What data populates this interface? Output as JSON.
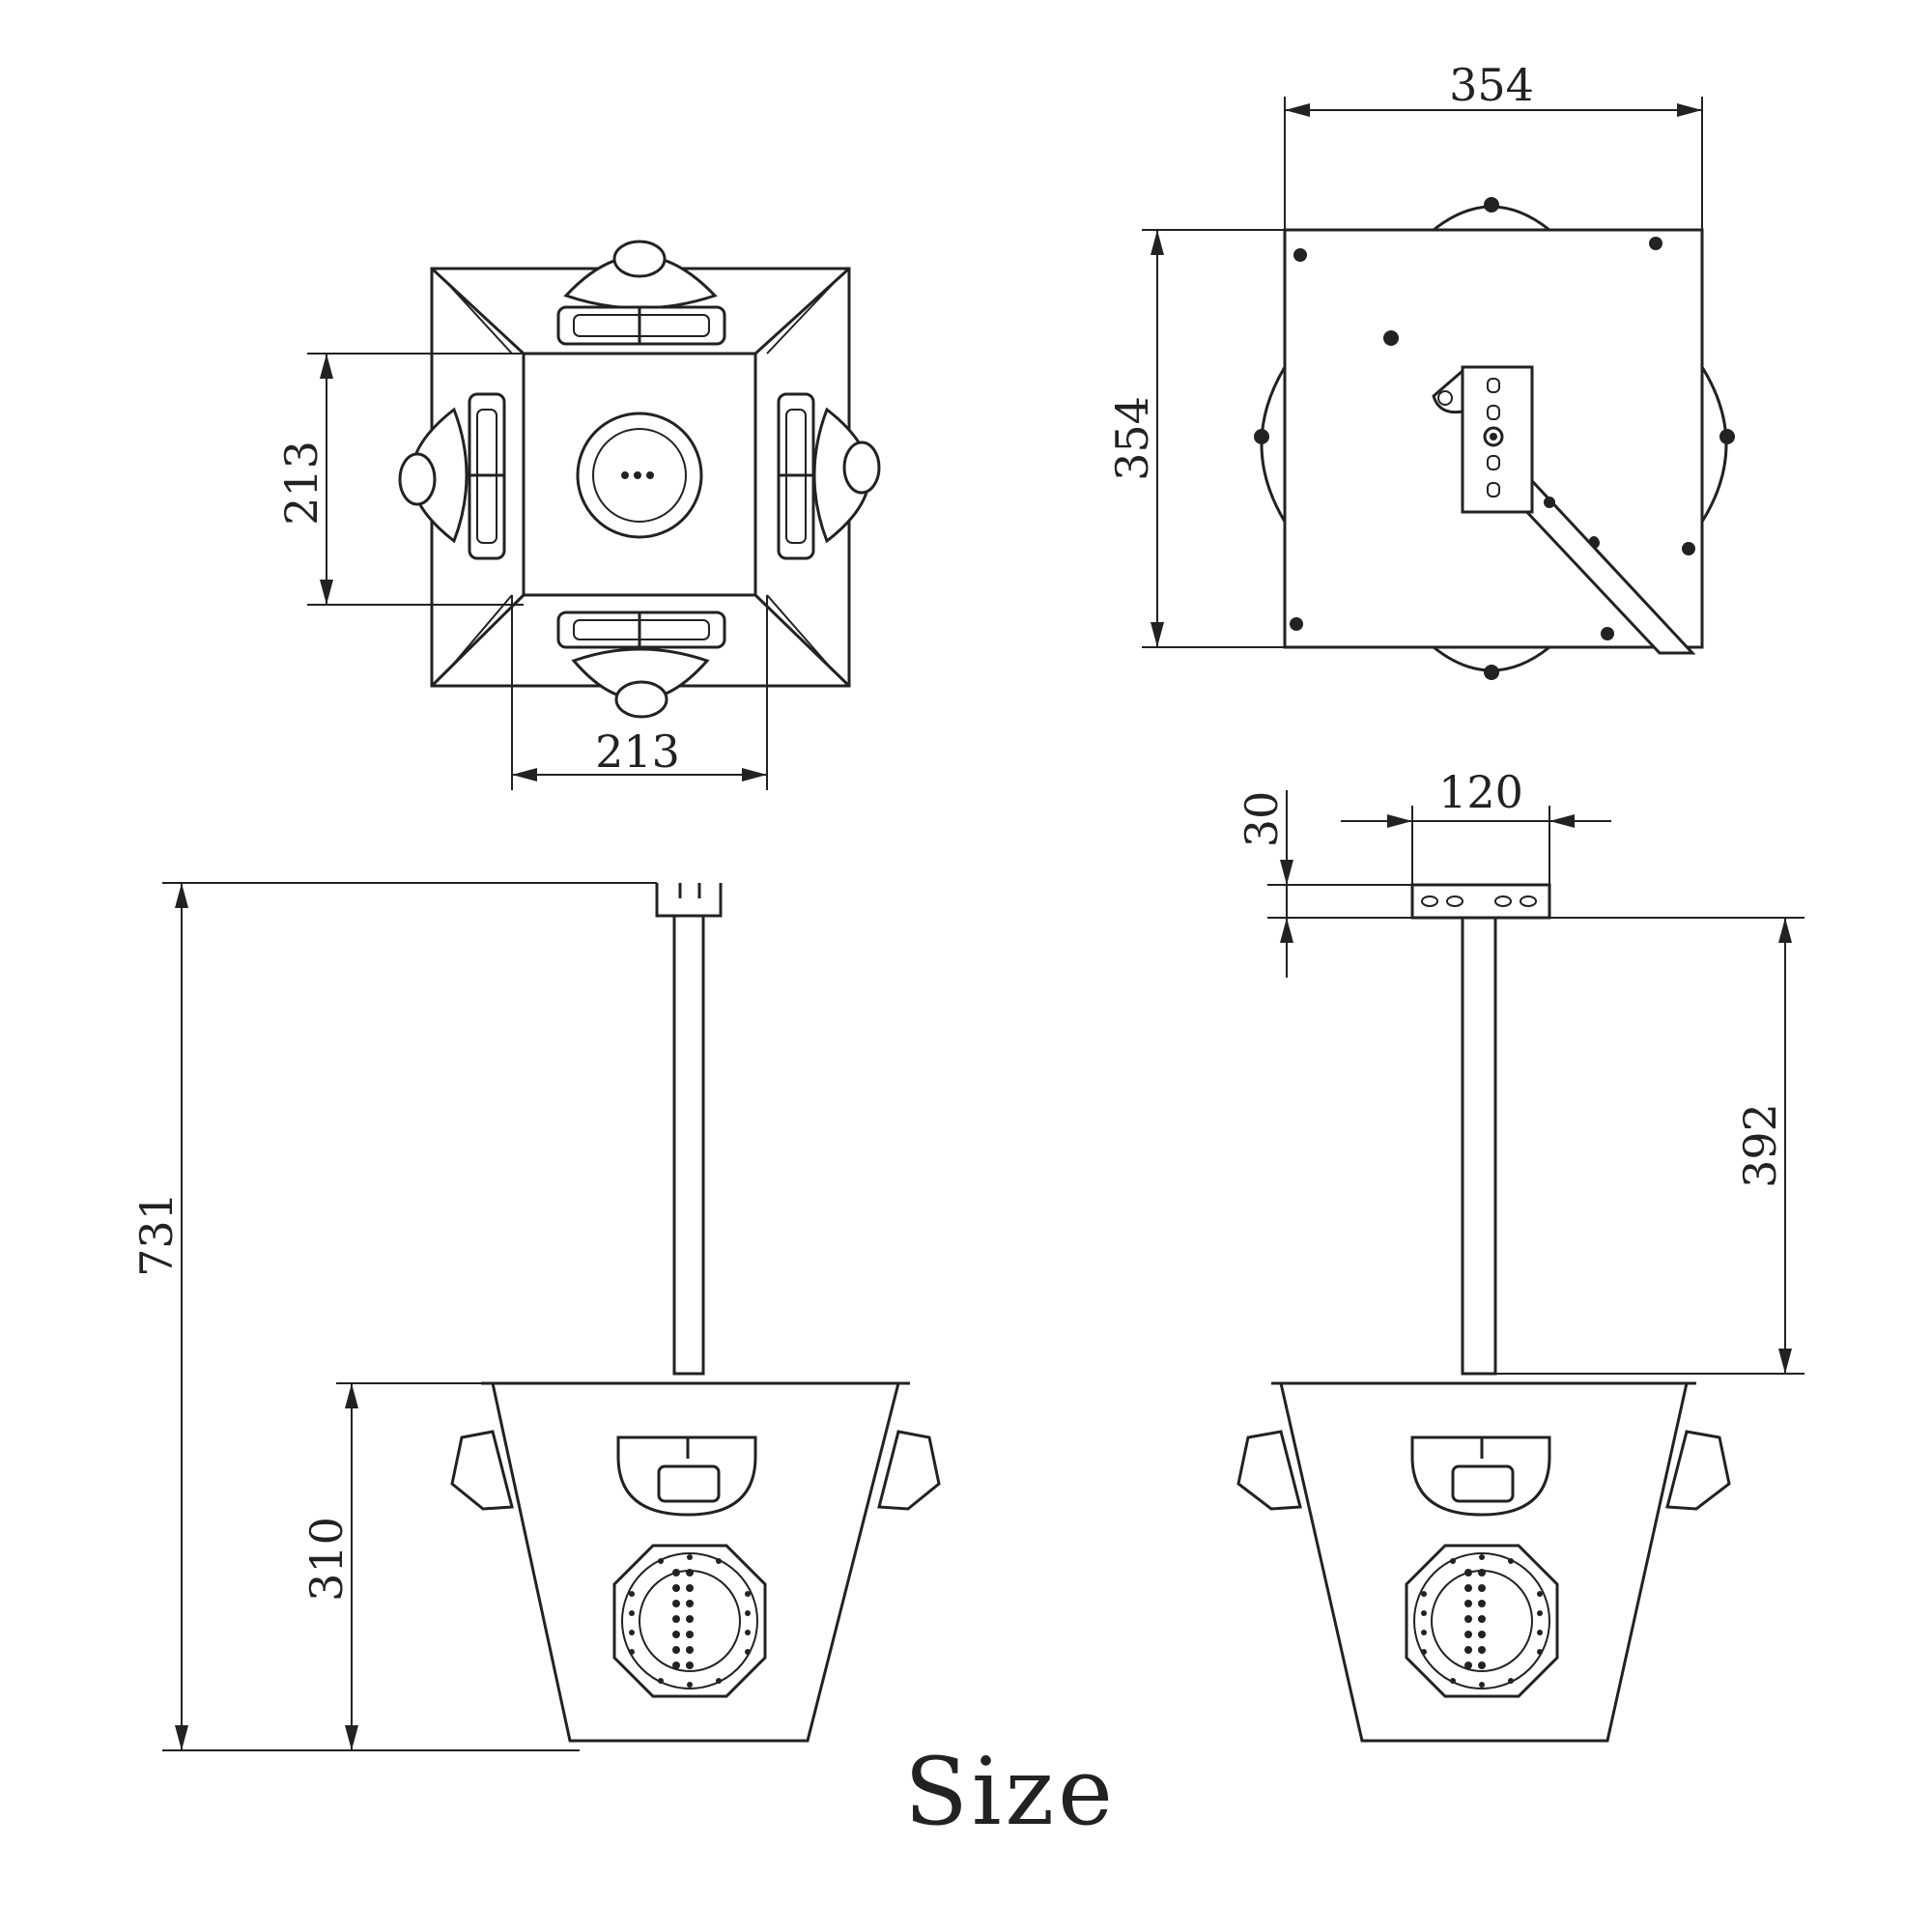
{
  "caption": "Size",
  "top_view": {
    "inner_width": "213",
    "inner_height": "213"
  },
  "back_view": {
    "width": "354",
    "height": "354"
  },
  "front_view": {
    "total_height": "731",
    "body_height": "310"
  },
  "side_view": {
    "bracket_width": "120",
    "bracket_thickness": "30",
    "pole_length": "392"
  }
}
